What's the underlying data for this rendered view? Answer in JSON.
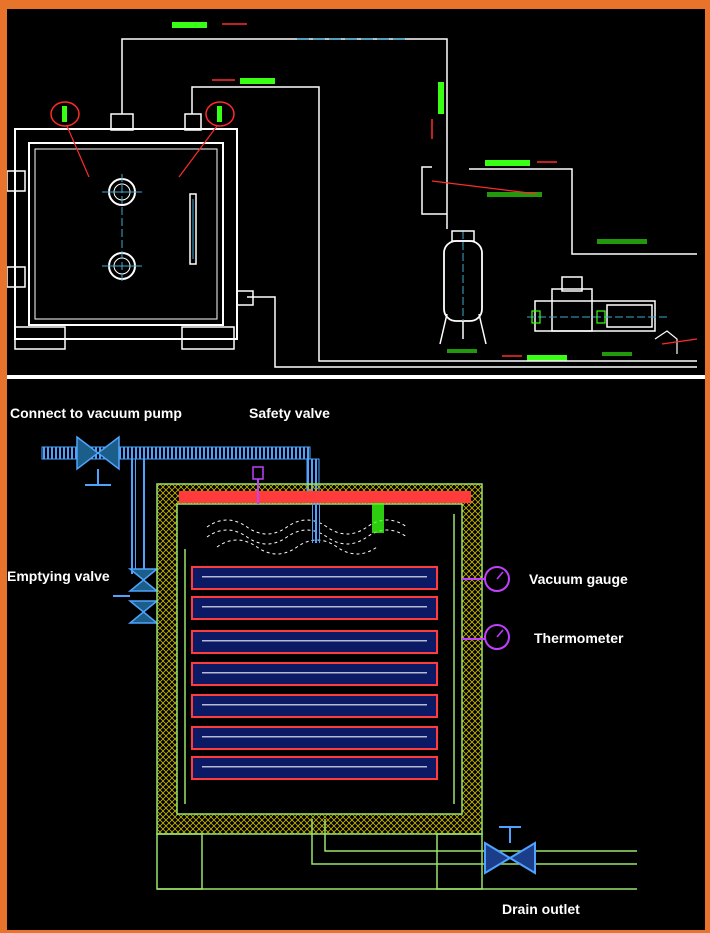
{
  "labels": {
    "connect_vacuum_pump": "Connect to vacuum pump",
    "safety_valve": "Safety valve",
    "emptying_valve": "Emptying valve",
    "vacuum_gauge": "Vacuum gauge",
    "thermometer": "Thermometer",
    "drain_outlet": "Drain outlet"
  },
  "colors": {
    "frame": "#e8732a",
    "background": "#000000",
    "line": "#ffffff",
    "accent_green": "#39ff14",
    "accent_red": "#ff2a2a",
    "shelf_red": "#ff3b3b",
    "shelf_blue": "#2b3bff",
    "pipe_blue": "#4fa3ff",
    "gauge_purple": "#c040ff",
    "insulation_yellow": "#c9b800",
    "outline_green": "#9be36a"
  },
  "shelf_count": 7
}
